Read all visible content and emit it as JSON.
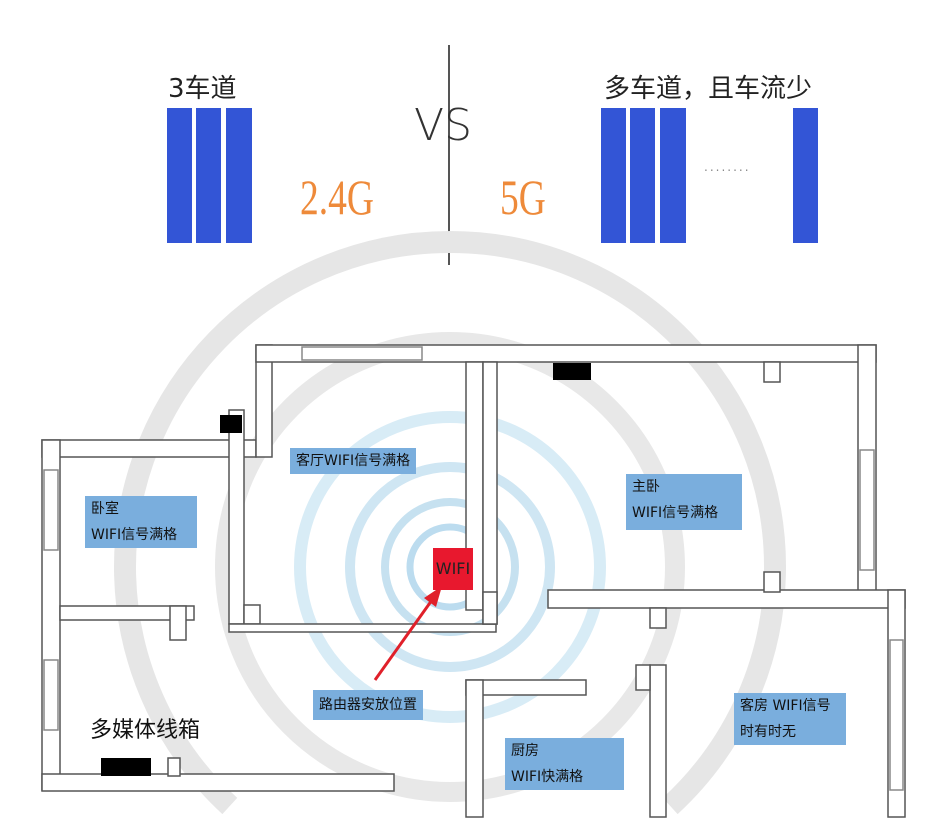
{
  "comparison": {
    "left_title": "3车道",
    "left_label": "2.4G",
    "vs": "VS",
    "right_label": "5G",
    "right_title": "多车道，且车流少",
    "ellipsis": "........",
    "lane_color": "#3355d6",
    "band_color": "#ee8a3a"
  },
  "floorplan": {
    "living_room": "客厅WIFI信号满格",
    "bedroom_name": "卧室",
    "bedroom_signal": "WIFI信号满格",
    "master_name": "主卧",
    "master_signal": "WIFI信号满格",
    "router": "WIFI",
    "router_note": "路由器安放位置",
    "media_box": "多媒体线箱",
    "kitchen_name": "厨房",
    "kitchen_signal": "WIFI快满格",
    "guest_line1": "客房 WIFI信号",
    "guest_line2": "时有时无",
    "router_color": "#e8182e",
    "label_color": "#7aaedd"
  }
}
